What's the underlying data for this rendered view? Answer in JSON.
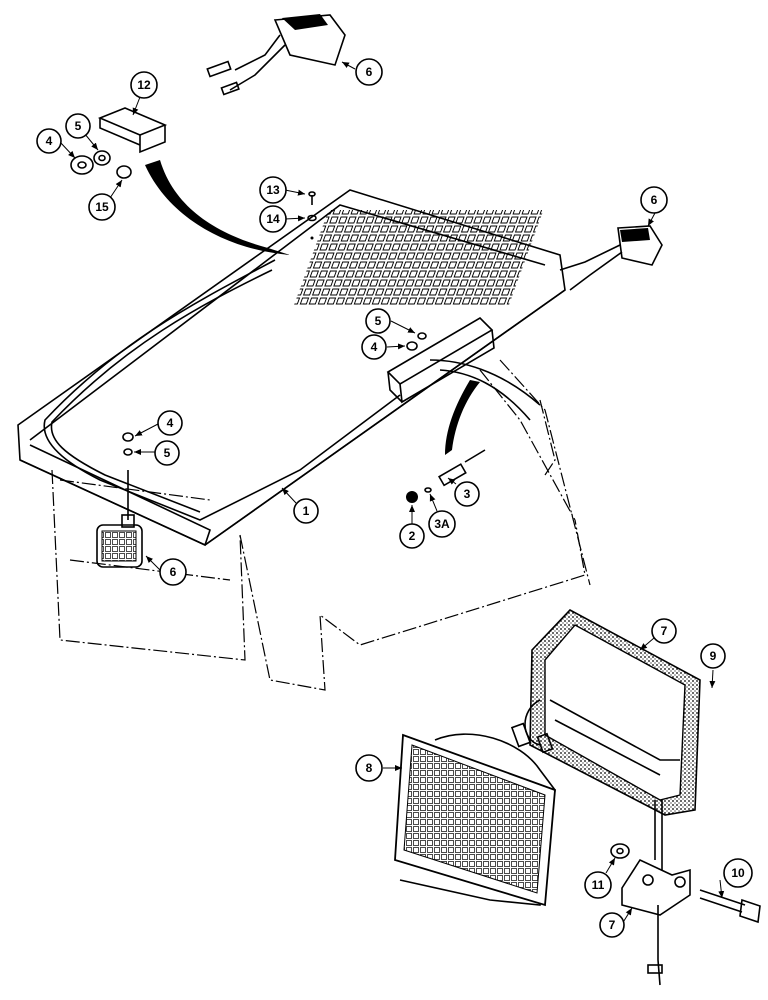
{
  "callouts": {
    "c1": "1",
    "c2": "2",
    "c3": "3",
    "c3a": "3A",
    "c4a": "4",
    "c4b": "4",
    "c4c": "4",
    "c5a": "5",
    "c5b": "5",
    "c5c": "5",
    "c6a": "6",
    "c6b": "6",
    "c6c": "6",
    "c7a": "7",
    "c7b": "7",
    "c8": "8",
    "c9": "9",
    "c10": "10",
    "c11": "11",
    "c12": "12",
    "c13": "13",
    "c14": "14",
    "c15": "15"
  }
}
